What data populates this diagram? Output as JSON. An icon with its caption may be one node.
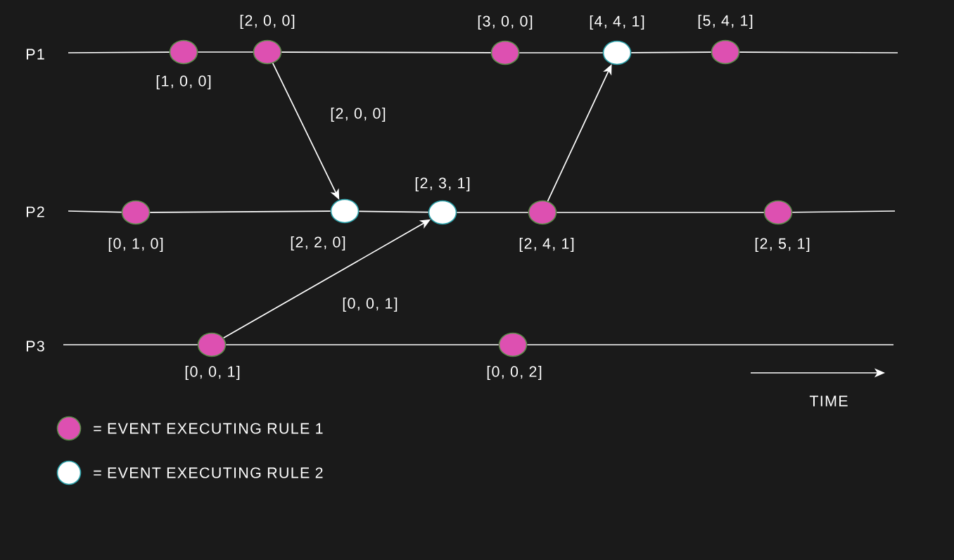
{
  "diagram": {
    "nodes": [
      {
        "text": [],
        "shape": "circle",
        "beside": [
          "[1, 0, 0]"
        ]
      },
      {
        "text": [],
        "shape": "circle",
        "beside": [
          "[2, 0, 0]"
        ]
      },
      {
        "text": [],
        "shape": "circle",
        "beside": [
          "[3, 0, 0]"
        ]
      },
      {
        "text": [],
        "shape": "circle",
        "beside": [
          "[4, 4, 1]"
        ]
      },
      {
        "text": [],
        "shape": "circle",
        "beside": [
          "[5, 4, 1]"
        ]
      },
      {
        "text": [],
        "shape": "circle",
        "beside": [
          "[0, 1, 0]"
        ]
      },
      {
        "text": [],
        "shape": "circle",
        "beside": [
          "[2, 2, 0]"
        ]
      },
      {
        "text": [],
        "shape": "circle",
        "beside": [
          "[2, 3, 1]"
        ]
      },
      {
        "text": [],
        "shape": "circle",
        "beside": [
          "[2, 4, 1]"
        ]
      },
      {
        "text": [],
        "shape": "circle",
        "beside": [
          "[2, 5, 1]"
        ]
      },
      {
        "text": [],
        "shape": "circle",
        "beside": [
          "[0, 0, 1]"
        ]
      },
      {
        "text": [],
        "shape": "circle",
        "beside": [
          "[0, 0, 2]"
        ]
      }
    ],
    "edges": [
      {
        "from": null,
        "to": 0,
        "arrow": "none"
      },
      {
        "from": 0,
        "to": 1,
        "arrow": "none"
      },
      {
        "from": 1,
        "to": 2,
        "arrow": "none"
      },
      {
        "from": 2,
        "to": 3,
        "arrow": "none"
      },
      {
        "from": 3,
        "to": 4,
        "arrow": "none"
      },
      {
        "from": 4,
        "to": null,
        "arrow": "none"
      },
      {
        "from": null,
        "to": 5,
        "arrow": "none"
      },
      {
        "from": 5,
        "to": 6,
        "arrow": "none"
      },
      {
        "from": 6,
        "to": 7,
        "arrow": "none"
      },
      {
        "from": 7,
        "to": 8,
        "arrow": "none"
      },
      {
        "from": 8,
        "to": 9,
        "arrow": "none"
      },
      {
        "from": 9,
        "to": null,
        "arrow": "none"
      },
      {
        "from": null,
        "to": 10,
        "arrow": "none"
      },
      {
        "from": 10,
        "to": 11,
        "arrow": "none"
      },
      {
        "from": 11,
        "to": null,
        "arrow": "none"
      },
      {
        "from": 1,
        "to": 6,
        "arrow": "to",
        "label": "[2, 0, 0]"
      },
      {
        "from": 8,
        "to": 3,
        "arrow": "to"
      },
      {
        "from": 10,
        "to": 7,
        "arrow": "to",
        "label": "[0, 0, 1]"
      }
    ],
    "labels": [
      "P1",
      "P2",
      "P3",
      "TIME"
    ],
    "legend": [
      {
        "text": "= EVENT EXECUTING RULE 1",
        "color": "#dd50b1"
      },
      {
        "text": "= EVENT EXECUTING RULE 2",
        "color": "#ffffff"
      }
    ]
  }
}
